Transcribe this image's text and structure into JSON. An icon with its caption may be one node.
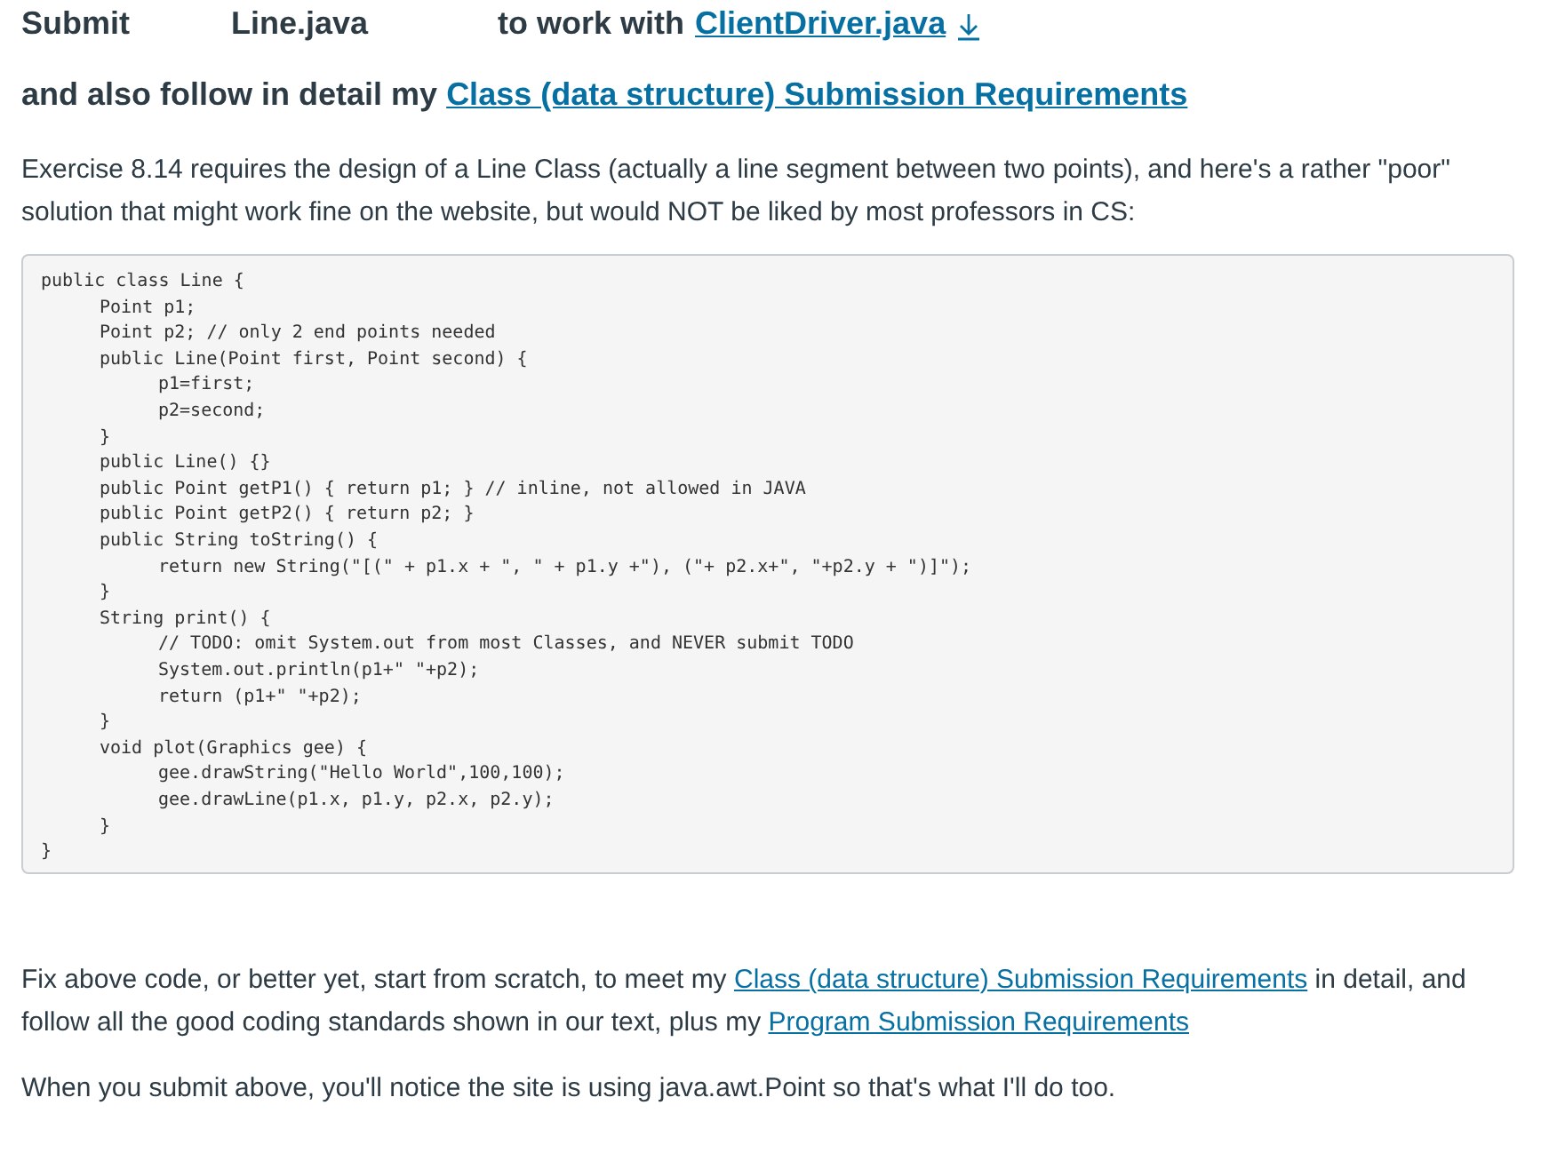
{
  "diagram": {
    "labels": [
      "Submit",
      "Line.java",
      "to work with",
      "ClientDriver.java",
      "and also follow in detail my",
      "Class (data structure) Submission Requirements",
      "Exercise 8.14 requires the design of a Line Class (actually a line segment between two points), and here's a rather \"poor\" solution that might work fine on the website, but would NOT be liked by most professors in CS:",
      "public class Line {",
      "Point p1;",
      "Point p2; // only 2 end points needed",
      "public Line(Point first, Point second) {",
      "p1=first;",
      "p2=second;",
      "}",
      "public Line() {}",
      "public Point getP1() { return p1; } // inline, not allowed in JAVA",
      "public Point getP2() { return p2; }",
      "public String toString() {",
      "return new String(\"[(\" + p1.x + \", \" + p1.y +\"), (\"+ p2.x+\", \"+p2.y + \")]\");",
      "}",
      "String print() {",
      "// TODO: omit System.out from most Classes, and NEVER submit TODO",
      "System.out.println(p1+\" \"+p2);",
      "return (p1+\" \"+p2);",
      "}",
      "void plot(Graphics gee) {",
      "gee.drawString(\"Hello World\",100,100);",
      "gee.drawLine(p1.x, p1.y, p2.x, p2.y);",
      "}",
      "}",
      "Fix above code, or better yet, start from scratch, to meet my",
      "Class (data structure) Submission Requirements",
      "in detail, and follow all the good coding standards shown in our text, plus my",
      "Program Submission Requirements",
      "When you submit above, you'll notice the site is using java.awt.Point so that's what I'll do too."
    ]
  }
}
